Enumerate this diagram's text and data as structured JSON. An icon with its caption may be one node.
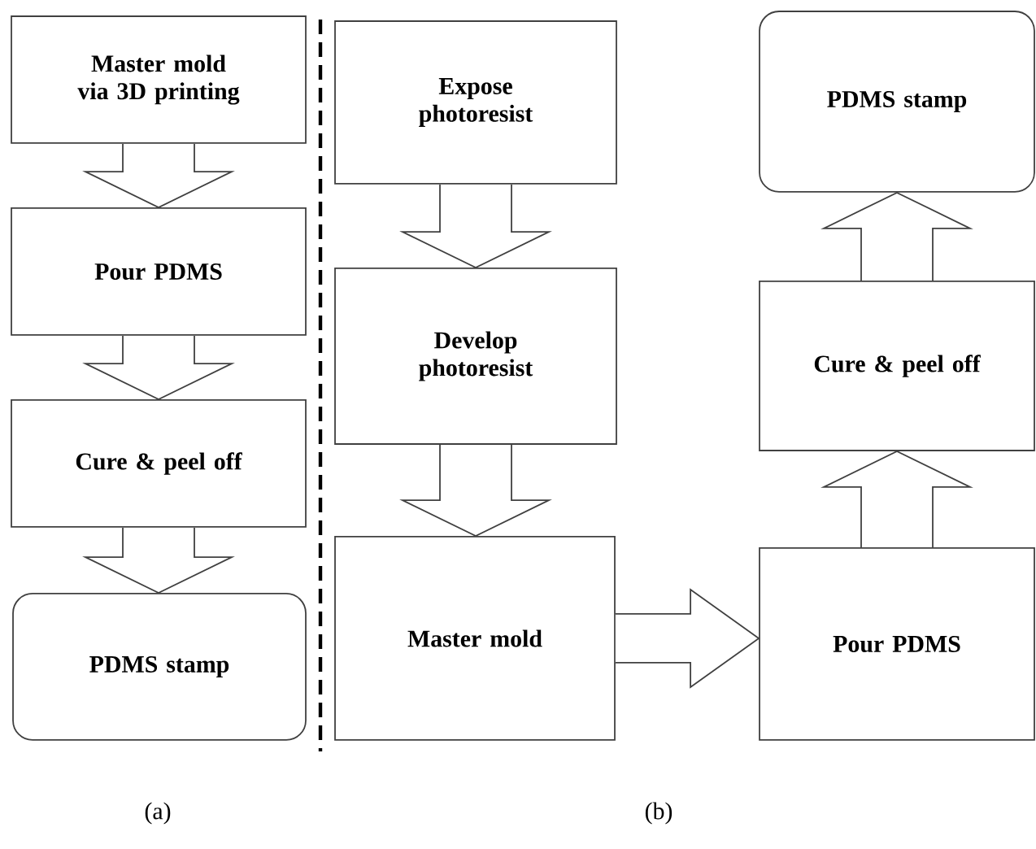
{
  "diagram": {
    "nodes": [
      {
        "text": [
          "Master mold via 3D printing"
        ]
      },
      {
        "text": [
          "Pour PDMS"
        ]
      },
      {
        "text": [
          "Cure & peel off"
        ]
      },
      {
        "text": [
          "PDMS stamp"
        ]
      },
      {
        "text": [
          "Expose photoresist"
        ]
      },
      {
        "text": [
          "Develop photoresist"
        ]
      },
      {
        "text": [
          "Master mold"
        ]
      },
      {
        "text": [
          "PDMS stamp"
        ]
      },
      {
        "text": [
          "Cure & peel off"
        ]
      },
      {
        "text": [
          "Pour PDMS"
        ]
      }
    ],
    "edges": [
      {
        "from": 0,
        "to": 1,
        "arrow": "to"
      },
      {
        "from": 1,
        "to": 2,
        "arrow": "to"
      },
      {
        "from": 2,
        "to": 3,
        "arrow": "to"
      },
      {
        "from": 4,
        "to": 5,
        "arrow": "to"
      },
      {
        "from": 5,
        "to": 6,
        "arrow": "to"
      },
      {
        "from": 6,
        "to": 9,
        "arrow": "to"
      },
      {
        "from": 9,
        "to": 8,
        "arrow": "to"
      },
      {
        "from": 8,
        "to": 7,
        "arrow": "to"
      }
    ],
    "labels": [
      "(a)",
      "(b)"
    ]
  }
}
